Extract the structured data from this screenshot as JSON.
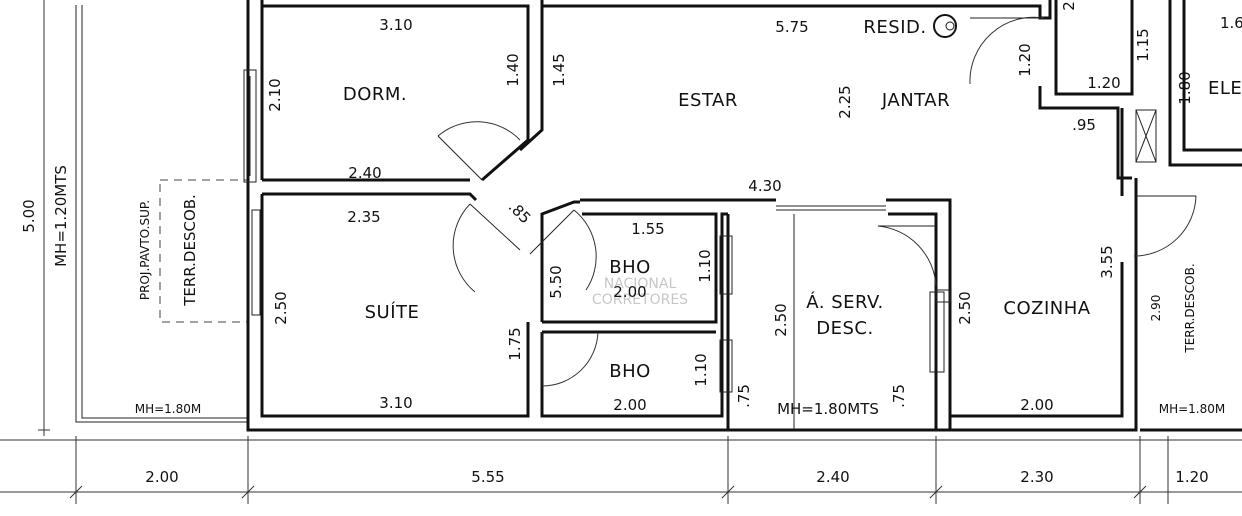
{
  "rooms": {
    "dorm": "DORM.",
    "estar": "ESTAR",
    "jantar": "JANTAR",
    "resid": "RESID.",
    "suite": "SUÍTE",
    "bho1": "BHO",
    "bho2": "BHO",
    "aserv_line1": "Á. SERV.",
    "aserv_line2": "DESC.",
    "cozinha": "COZINHA",
    "elev": "ELE",
    "terr_left": "TERR.DESCOB.",
    "terr_right": "TERR.DESCOB.",
    "proj": "PROJ.PAVTO.SUP."
  },
  "annotations": {
    "mh_left_vertical": "MH=1.20MTS",
    "mh_left": "MH=1.80M",
    "mh_center": "MH=1.80MTS",
    "mh_right": "MH=1.80M"
  },
  "dimensions": {
    "d_310_top": "3.10",
    "d_140": "1.40",
    "d_145": "1.45",
    "d_210": "2.10",
    "d_575": "5.75",
    "d_225": "2.25",
    "d_120_a": "1.20",
    "d_115": "1.15",
    "d_120_b": "1.20",
    "d_180": "1.80",
    "d_16": "1.6",
    "d_2": "2",
    "d_095": ".95",
    "d_240_a": "2.40",
    "d_235": "2.35",
    "d_085": ".85",
    "d_430": "4.30",
    "d_155": "1.55",
    "d_200_a": "2.00",
    "d_110_a": "1.10",
    "d_550": "5.50",
    "d_250_a": "2.50",
    "d_175": "1.75",
    "d_110_b": "1.10",
    "d_250_b": "2.50",
    "d_250_c": "2.50",
    "d_355": "3.55",
    "d_290": "2.90",
    "d_310_bottom": "3.10",
    "d_200_b": "2.00",
    "d_075_a": ".75",
    "d_075_b": ".75",
    "d_200_c": "2.00",
    "d_500": "5.00",
    "b_200": "2.00",
    "b_555": "5.55",
    "b_240": "2.40",
    "b_230": "2.30",
    "b_120": "1.20"
  },
  "watermark": {
    "line1": "NACIONAL",
    "line2": "CORRETORES"
  }
}
